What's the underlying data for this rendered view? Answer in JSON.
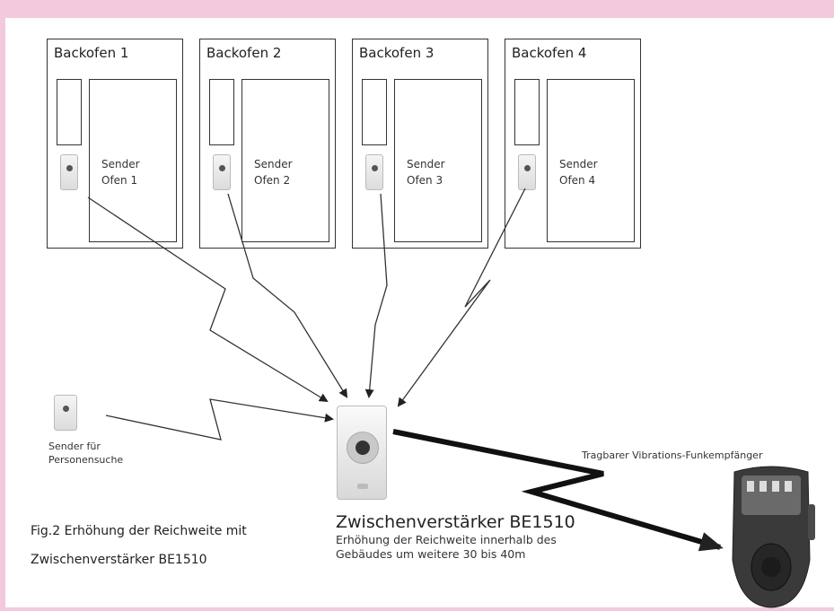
{
  "ovens": [
    {
      "title": "Backofen 1",
      "sender_line1": "Sender",
      "sender_line2": "Ofen 1"
    },
    {
      "title": "Backofen 2",
      "sender_line1": "Sender",
      "sender_line2": "Ofen 2"
    },
    {
      "title": "Backofen 3",
      "sender_line1": "Sender",
      "sender_line2": "Ofen 3"
    },
    {
      "title": "Backofen 4",
      "sender_line1": "Sender",
      "sender_line2": "Ofen 4"
    }
  ],
  "person_sender": {
    "line1": "Sender für",
    "line2": "Personensuche"
  },
  "repeater": {
    "title": "Zwischenverstärker BE1510",
    "desc_line1": "Erhöhung der Reichweite innerhalb des",
    "desc_line2": "Gebäudes um weitere 30 bis 40m"
  },
  "receiver": {
    "label": "Tragbarer Vibrations-Funkempfänger"
  },
  "caption": {
    "line1": "Fig.2 Erhöhung der Reichweite mit",
    "line2": "Zwischenverstärker BE1510"
  },
  "colors": {
    "frame": "#f3c9de",
    "ink": "#333333"
  }
}
